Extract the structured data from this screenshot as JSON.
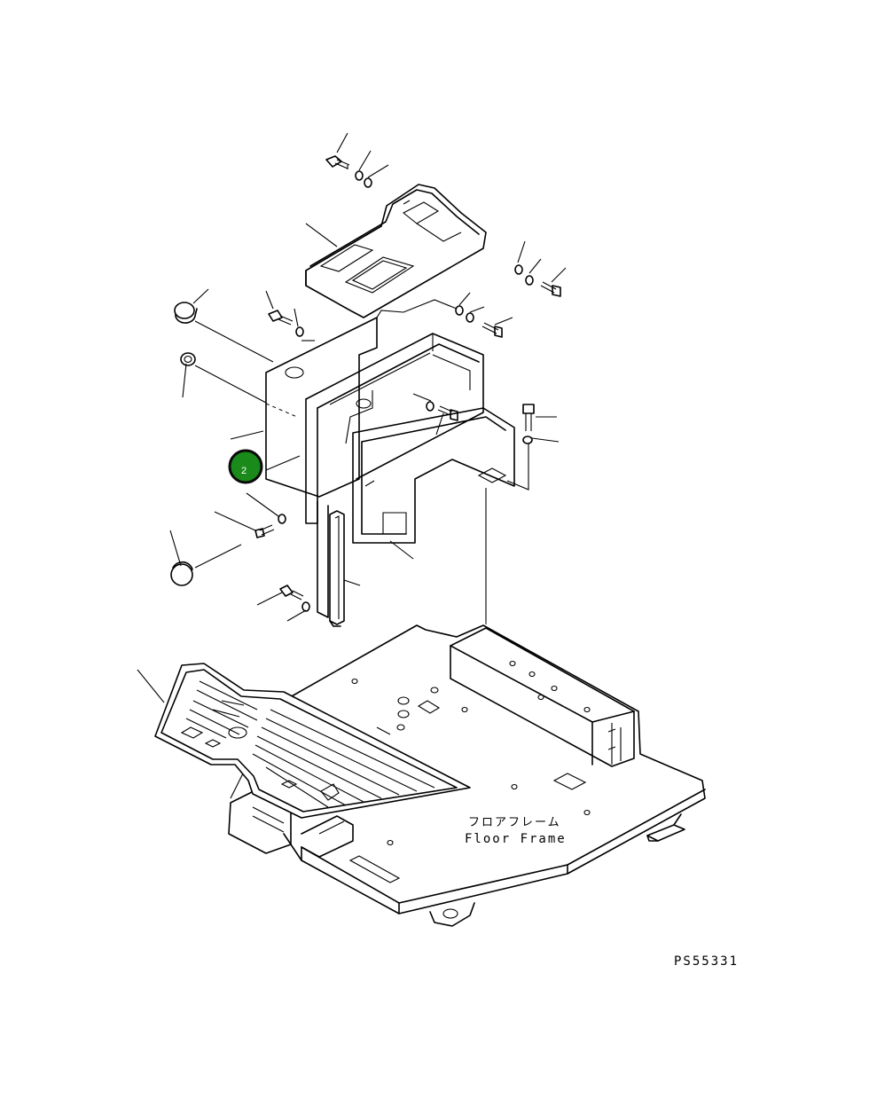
{
  "diagram": {
    "label_jp": "フロアフレーム",
    "label_en": "Floor Frame",
    "drawing_code": "PS55331",
    "callout_number": "2",
    "colors": {
      "ink": "#000000",
      "callout_fill": "#1a8a1a",
      "callout_ring": "#0a0a0a"
    }
  }
}
